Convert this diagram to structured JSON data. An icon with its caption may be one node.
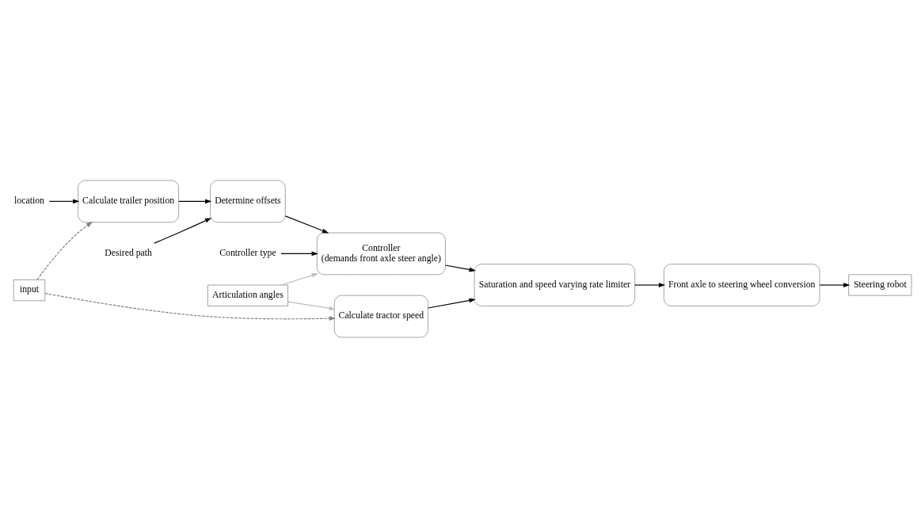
{
  "diagram": {
    "nodes": [
      {
        "text": [
          "location"
        ]
      },
      {
        "text": [
          "Desired path"
        ]
      },
      {
        "text": [
          "Controller type"
        ]
      },
      {
        "text": [
          "input"
        ]
      },
      {
        "text": [
          "Calculate trailer position"
        ]
      },
      {
        "text": [
          "Determine offsets"
        ]
      },
      {
        "text": [
          "Controller",
          "(demands front axle steer angle)"
        ]
      },
      {
        "text": [
          "Articulation angles"
        ]
      },
      {
        "text": [
          "Calculate tractor speed"
        ]
      },
      {
        "text": [
          "Saturation and speed varying rate limiter"
        ]
      },
      {
        "text": [
          "Front axle to steering wheel conversion"
        ]
      },
      {
        "text": [
          "Steering robot"
        ]
      }
    ],
    "edges": [
      {
        "from": 0,
        "to": 4,
        "arrow": "to"
      },
      {
        "from": 1,
        "to": 5,
        "arrow": "to"
      },
      {
        "from": 2,
        "to": 6,
        "arrow": "to"
      },
      {
        "from": 3,
        "to": 4,
        "arrow": "to",
        "style": "dashed",
        "color": "#808080"
      },
      {
        "from": 3,
        "to": 8,
        "arrow": "to",
        "style": "dashed",
        "color": "#808080"
      },
      {
        "from": 4,
        "to": 5,
        "arrow": "to"
      },
      {
        "from": 5,
        "to": 6,
        "arrow": "to"
      },
      {
        "from": 7,
        "to": 6,
        "arrow": "to",
        "color": "#bfbfbf"
      },
      {
        "from": 7,
        "to": 8,
        "arrow": "to",
        "color": "#bfbfbf"
      },
      {
        "from": 6,
        "to": 9,
        "arrow": "to"
      },
      {
        "from": 8,
        "to": 9,
        "arrow": "to"
      },
      {
        "from": 9,
        "to": 10,
        "arrow": "to"
      },
      {
        "from": 10,
        "to": 11,
        "arrow": "to"
      }
    ]
  }
}
